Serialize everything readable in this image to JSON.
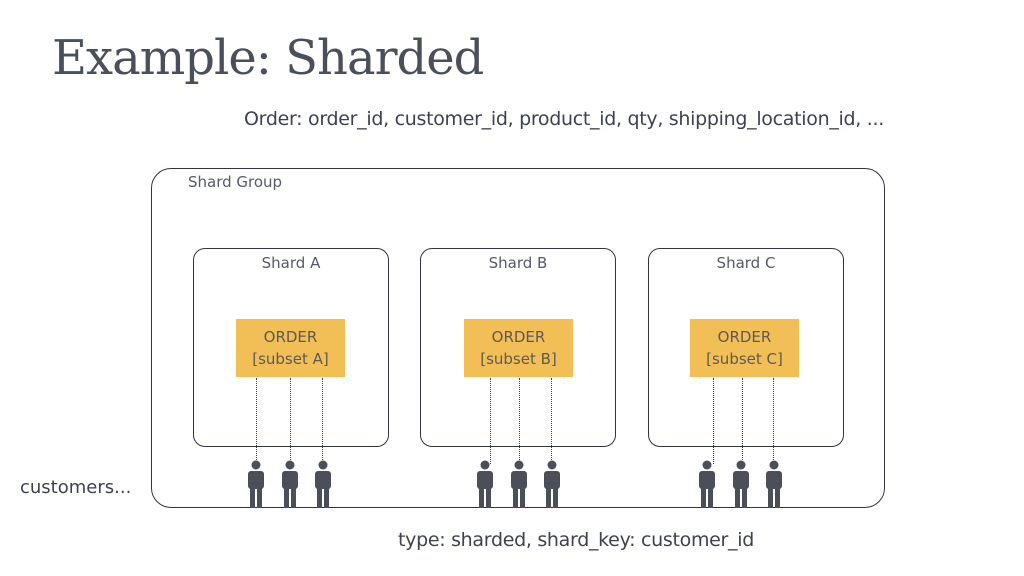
{
  "title": "Example: Sharded",
  "schema_line": "Order: order_id, customer_id, product_id, qty, shipping_location_id, ...",
  "shard_group": {
    "label": "Shard Group"
  },
  "shards": [
    {
      "label": "Shard A",
      "box_title": "ORDER",
      "box_subtitle": "[subset A]"
    },
    {
      "label": "Shard B",
      "box_title": "ORDER",
      "box_subtitle": "[subset B]"
    },
    {
      "label": "Shard C",
      "box_title": "ORDER",
      "box_subtitle": "[subset C]"
    }
  ],
  "customers_label": "customers...",
  "footer": "type: sharded, shard_key: customer_id",
  "colors": {
    "order_box": "#f2bf57",
    "outline": "#2f3440",
    "person_icon": "#4a4f59"
  },
  "icons": {
    "customer": "person-icon"
  }
}
